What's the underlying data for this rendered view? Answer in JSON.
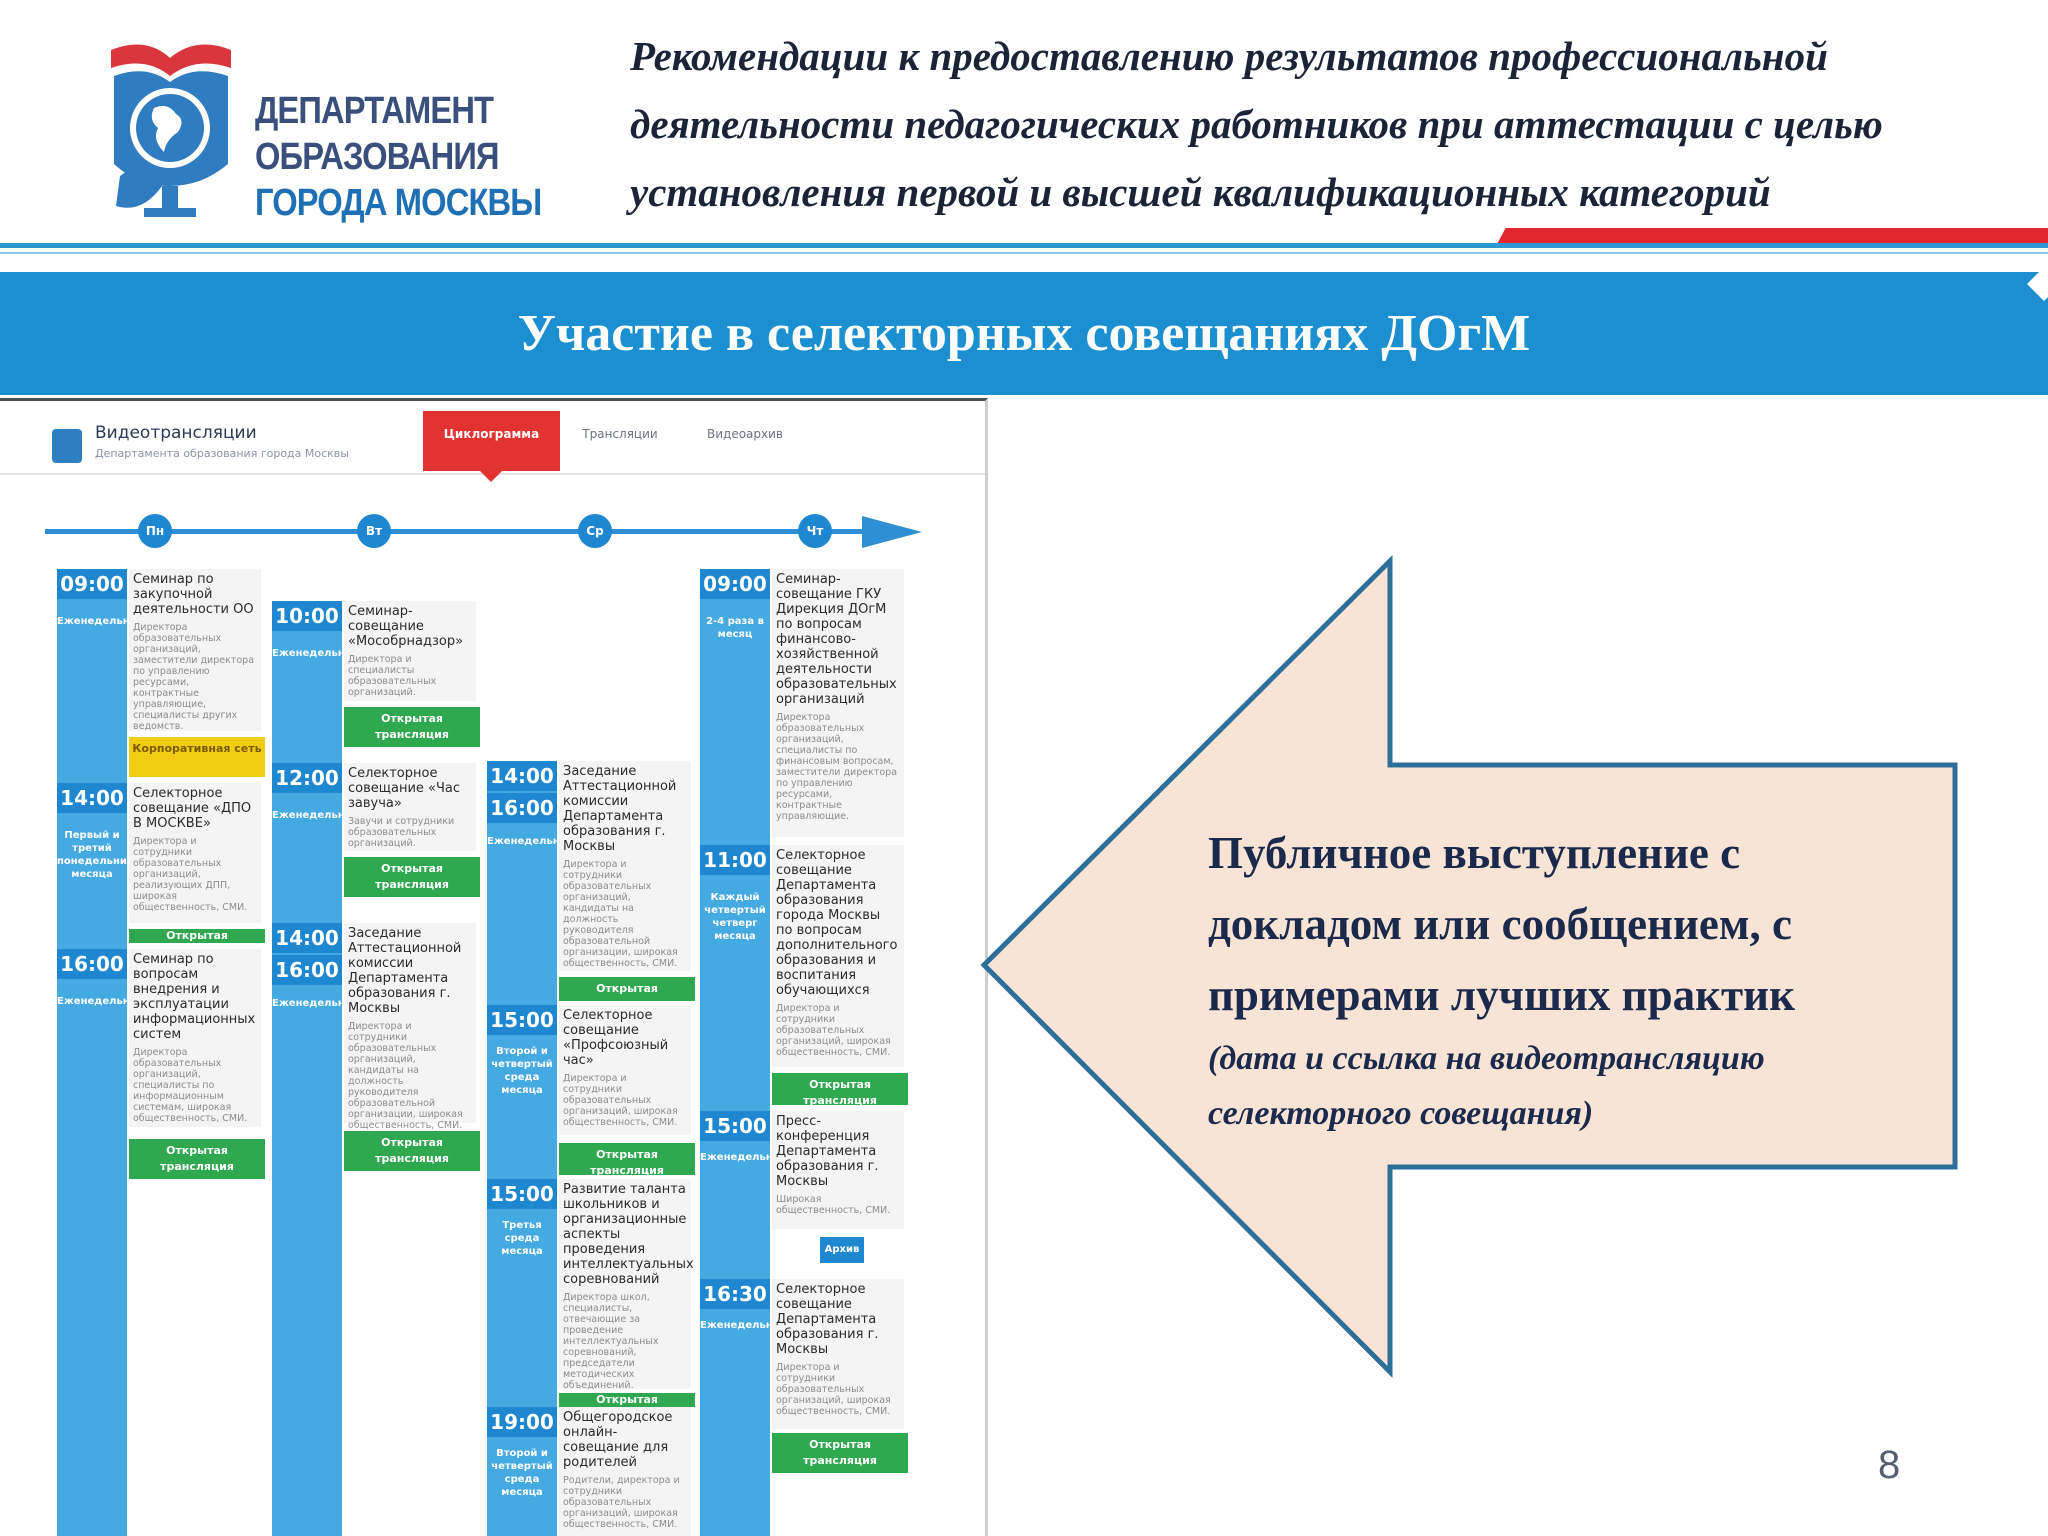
{
  "logo": {
    "lines": [
      "ДЕПАРТАМЕНТ",
      "ОБРАЗОВАНИЯ",
      "ГОРОДА МОСКВЫ"
    ]
  },
  "header": {
    "title_lines": [
      "Рекомендации к предоставлению результатов профессиональной",
      "деятельности педагогических работников при аттестации с целью",
      "установления первой и высшей квалификационных категорий"
    ]
  },
  "banner": {
    "title": "Участие в селекторных совещаниях ДОгМ"
  },
  "screenshot": {
    "app_title": "Видеотрансляции",
    "app_subtitle": "Департамента образования города Москвы",
    "tabs": [
      "Циклограмма",
      "Трансляции",
      "Видеоархив"
    ],
    "days": [
      "Пн",
      "Вт",
      "Ср",
      "Чт"
    ],
    "events": [
      {
        "time": "09:00",
        "period": "Еженедельно",
        "title": "Семинар по закупочной деятельности ОО",
        "audience": "Директора образовательных организаций, заместители директора по управлению ресурсами, контрактные управляющие, специалисты других ведомств.",
        "button": "Корпоративная сеть"
      },
      {
        "time": "14:00",
        "period": "Первый и третий понедельник месяца",
        "title": "Селекторное совещание «ДПО В МОСКВЕ»",
        "audience": "Директора и сотрудники образовательных организаций, реализующих ДПП, широкая общественность, СМИ.",
        "button": "Открытая трансляция"
      },
      {
        "time": "16:00",
        "period": "Еженедельно",
        "title": "Семинар по вопросам внедрения и эксплуатации информационных систем",
        "audience": "Директора образовательных организаций, специалисты по информационным системам, широкая общественность, СМИ.",
        "button": "Открытая трансляция"
      },
      {
        "time": "10:00",
        "period": "Еженедельно",
        "title": "Семинар-совещание «Мособрнадзор»",
        "audience": "Директора и специалисты образовательных организаций.",
        "button": "Открытая трансляция"
      },
      {
        "time": "12:00",
        "period": "Еженедельно",
        "title": "Селекторное совещание «Час завуча»",
        "audience": "Завучи и сотрудники образовательных организаций.",
        "button": "Открытая трансляция"
      },
      {
        "time": "14:00",
        "time2": "16:00",
        "period": "Еженедельно",
        "title": "Заседание Аттестационной комиссии Департамента образования г. Москвы",
        "audience": "Директора и сотрудники образовательных организаций, кандидаты на должность руководителя образовательной организации, широкая общественность, СМИ.",
        "button": "Открытая трансляция"
      },
      {
        "time": "14:00",
        "time2": "16:00",
        "period": "Еженедельно",
        "title": "Заседание Аттестационной комиссии Департамента образования г. Москвы",
        "audience": "Директора и сотрудники образовательных организаций, кандидаты на должность руководителя образовательной организации, широкая общественность, СМИ.",
        "button": "Открытая трансляция"
      },
      {
        "time": "15:00",
        "period": "Второй и четвертый среда месяца",
        "title": "Селекторное совещание «Профсоюзный час»",
        "audience": "Директора и сотрудники образовательных организаций, широкая общественность, СМИ.",
        "button": "Открытая трансляция"
      },
      {
        "time": "15:00",
        "period": "Третья среда месяца",
        "title": "Развитие таланта школьников и организационные аспекты проведения интеллектуальных соревнований",
        "audience": "Директора школ, специалисты, отвечающие за проведение интеллектуальных соревнований, председатели методических объединений.",
        "button": "Открытая трансляция"
      },
      {
        "time": "19:00",
        "period": "Второй и четвертый среда месяца",
        "title": "Общегородское онлайн-совещание для родителей",
        "audience": "Родители, директора и сотрудники образовательных организаций, широкая общественность, СМИ."
      },
      {
        "time": "09:00",
        "period": "2-4 раза в месяц",
        "title": "Семинар-совещание ГКУ Дирекция ДОгМ по вопросам финансово-хозяйственной деятельности образовательных организаций",
        "audience": "Директора образовательных организаций, специалисты по финансовым вопросам, заместители директора по управлению ресурсами, контрактные управляющие."
      },
      {
        "time": "11:00",
        "period": "Каждый четвертый четверг месяца",
        "title": "Селекторное совещание Департамента образования города Москвы по вопросам дополнительного образования и воспитания обучающихся",
        "audience": "Директора и сотрудники образовательных организаций, широкая общественность, СМИ.",
        "button": "Открытая трансляция"
      },
      {
        "time": "15:00",
        "period": "Еженедельно",
        "title": "Пресс-конференция Департамента образования г. Москвы",
        "audience": "Широкая общественность, СМИ.",
        "button": "Архив"
      },
      {
        "time": "16:30",
        "period": "Еженедельно",
        "title": "Селекторное совещание Департамента образования г. Москвы",
        "audience": "Директора и сотрудники образовательных организаций, широкая общественность, СМИ.",
        "button": "Открытая трансляция"
      }
    ]
  },
  "callout": {
    "main": "Публичное выступление с докладом или сообщением, с примерами лучших практик",
    "note": "(дата и ссылка на видеотрансляцию селекторного совещания)"
  },
  "page_number": "8",
  "colors": {
    "banner": "#1b8fcf",
    "callout_fill": "#f8e4d6",
    "callout_border": "#2e6f9a",
    "accent_red": "#e2262d",
    "button_green": "#2fa84f"
  }
}
